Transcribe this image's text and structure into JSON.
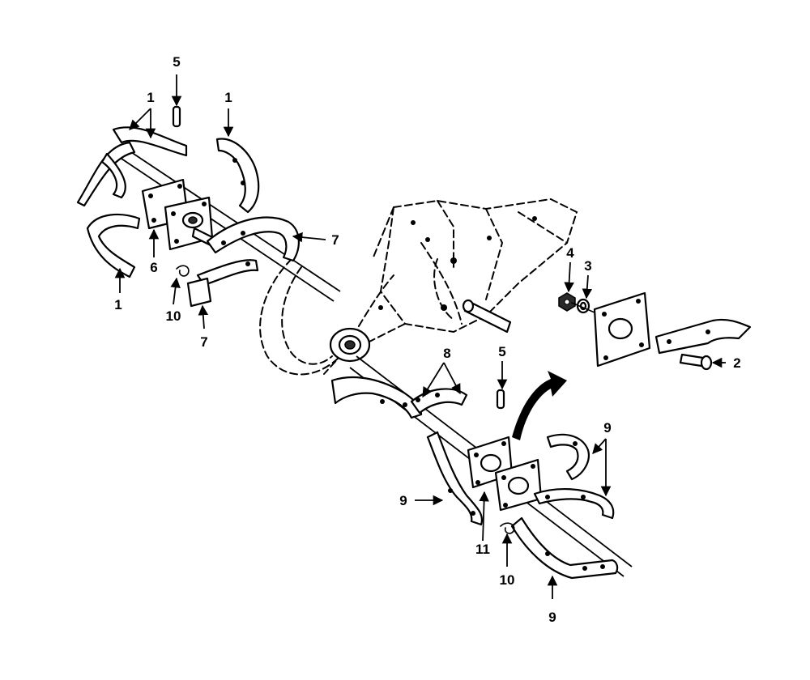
{
  "callouts": [
    "1",
    "2",
    "3",
    "4",
    "5",
    "6",
    "7",
    "8",
    "9",
    "10",
    "11"
  ],
  "labels": {
    "n1_top_a": "1",
    "n1_top_b": "1",
    "n1_bottom": "1",
    "n2": "2",
    "n3": "3",
    "n4": "4",
    "n5_top": "5",
    "n5_right": "5",
    "n6": "6",
    "n7_right": "7",
    "n7_bottom": "7",
    "n8": "8",
    "n9_right": "9",
    "n9_left": "9",
    "n9_bottom": "9",
    "n10_left": "10",
    "n10_right": "10",
    "n11": "11"
  }
}
